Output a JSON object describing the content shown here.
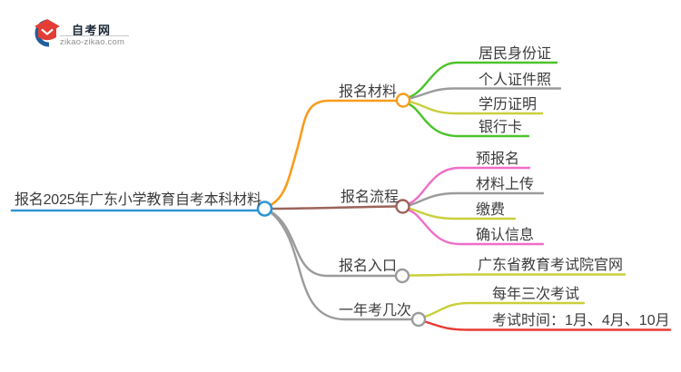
{
  "logo": {
    "title": "自考网",
    "domain": "zikao-zikao.com"
  },
  "colors": {
    "root_blue": "#2f95d3",
    "orange": "#f89c1d",
    "brown": "#9c635a",
    "gray": "#9b9b9b",
    "green": "#4cc32c",
    "olive": "#c9cf3a",
    "pink": "#f06dc8",
    "red": "#e93a30",
    "logo_blue": "#1e5f9c",
    "logo_red": "#e23e36"
  },
  "mindmap": {
    "root": {
      "label": "报名2025年广东小学教育自考本科材料"
    },
    "branches": [
      {
        "label": "报名材料",
        "children": [
          {
            "label": "居民身份证"
          },
          {
            "label": "个人证件照"
          },
          {
            "label": "学历证明"
          },
          {
            "label": "银行卡"
          }
        ]
      },
      {
        "label": "报名流程",
        "children": [
          {
            "label": "预报名"
          },
          {
            "label": "材料上传"
          },
          {
            "label": "缴费"
          },
          {
            "label": "确认信息"
          }
        ]
      },
      {
        "label": "报名入口",
        "children": [
          {
            "label": "广东省教育考试院官网"
          }
        ]
      },
      {
        "label": "一年考几次",
        "children": [
          {
            "label": "每年三次考试"
          },
          {
            "label": "考试时间：1月、4月、10月"
          }
        ]
      }
    ]
  }
}
